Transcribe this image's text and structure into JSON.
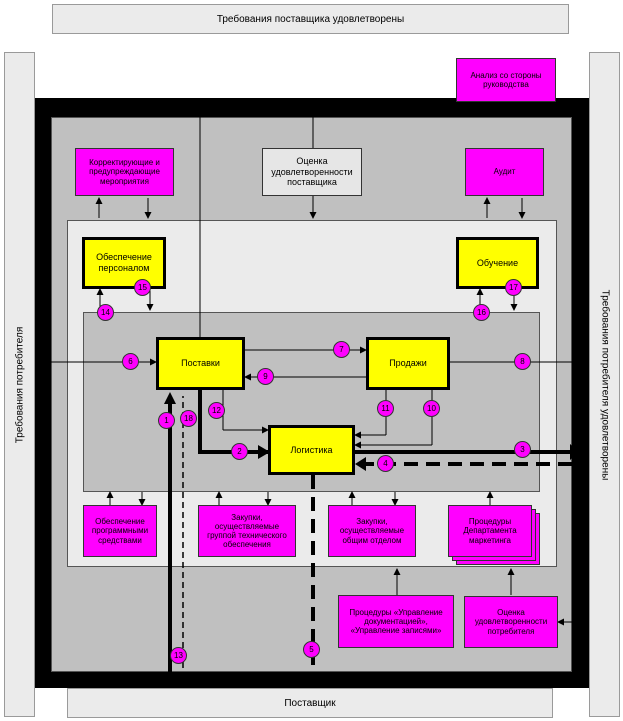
{
  "top_bar": "Требования поставщика удовлетворены",
  "bottom_bar": "Поставщик",
  "left_bar": "Требования потребителя",
  "right_bar": "Требования потребителя удовлетворены",
  "boxes": {
    "analysis": "Анализ со стороны руководства",
    "corrective": "Корректирующие и предупреждающие мероприятия",
    "supplier_eval": "Оценка удовлетворенности поставщика",
    "audit": "Аудит",
    "staffing": "Обеспечение персоналом",
    "training": "Обучение",
    "supplies": "Поставки",
    "sales": "Продажи",
    "logistics": "Логистика",
    "software": "Обеспечение программными средствами",
    "tech_purchases": "Закупки, осуществляемые группой технического обеспечения",
    "general_purchases": "Закупки, осуществляемые общим отделом",
    "marketing": "Процедуры Департамента маркетинга",
    "doc_procedures": "Процедуры «Управление документацией», «Управление записями»",
    "consumer_eval": "Оценка удовлетворенности потребителя"
  },
  "circles": [
    "1",
    "2",
    "3",
    "4",
    "5",
    "6",
    "7",
    "8",
    "9",
    "10",
    "11",
    "12",
    "13",
    "14",
    "15",
    "16",
    "17",
    "18"
  ]
}
